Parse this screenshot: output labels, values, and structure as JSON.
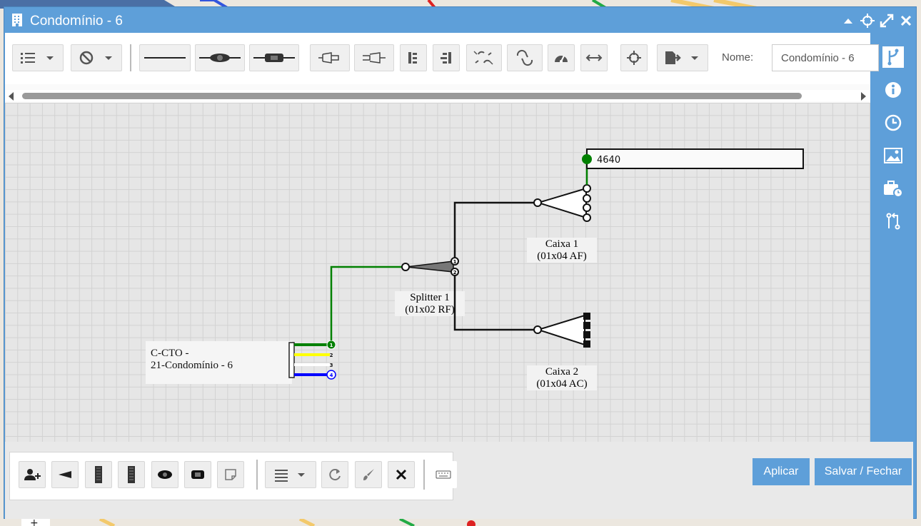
{
  "window": {
    "title": "Condomínio - 6"
  },
  "toolbar": {
    "nome_label": "Nome:",
    "nome_value": "Condomínio - 6",
    "buttons": [
      "list-menu",
      "no-entry-menu",
      "line",
      "connector-round",
      "connector-rect",
      "fiber-in",
      "fiber-out",
      "split-right",
      "split-left",
      "unlink",
      "relink",
      "gauge",
      "resize-horizontal",
      "crosshair",
      "export-menu"
    ]
  },
  "diagram": {
    "cable_label_1": "C-CTO -",
    "cable_label_2": "21-Condomínio - 6",
    "splitter_name": "Splitter 1",
    "splitter_type": "(01x02 RF)",
    "caixa1_name": "Caixa 1",
    "caixa1_type": "(01x04 AF)",
    "caixa2_name": "Caixa 2",
    "caixa2_type": "(01x04 AC)",
    "client_value": "4640",
    "fiber_numbers": [
      "1",
      "2",
      "3",
      "4"
    ],
    "splitter_ports": [
      "1",
      "2"
    ],
    "fiber_colors": [
      "#008000",
      "#ffff00",
      "#ffffff",
      "#0000ff"
    ]
  },
  "footer": {
    "apply_label": "Aplicar",
    "save_close_label": "Salvar / Fechar"
  },
  "colors": {
    "accent": "#5e9fd9",
    "green_fiber": "#008000"
  }
}
